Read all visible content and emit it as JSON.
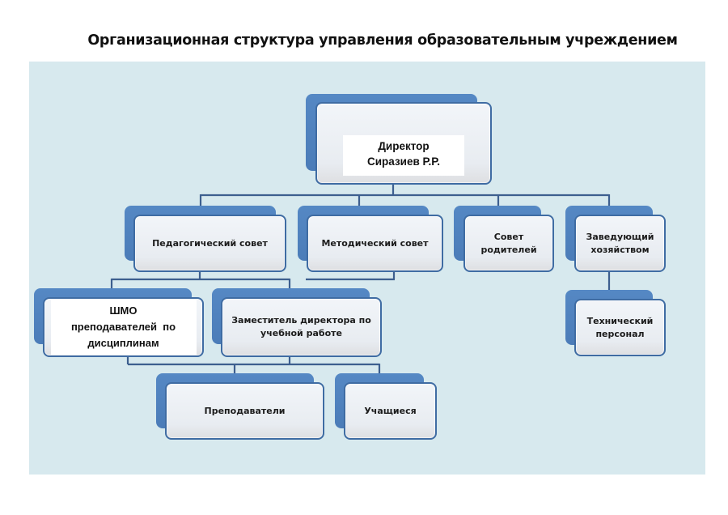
{
  "title": "Организационная структура управления образовательным учреждением",
  "nodes": {
    "director": {
      "lines": [
        "Директор",
        "Сиразиев Р.Р."
      ]
    },
    "ped_council": {
      "lines": [
        "Педагогический совет"
      ]
    },
    "method_council": {
      "lines": [
        "Методический совет"
      ]
    },
    "parents_council": {
      "lines": [
        "Совет",
        "родителей"
      ]
    },
    "supply_head": {
      "lines": [
        "Заведующий",
        "хозяйством"
      ]
    },
    "shmo": {
      "lines": [
        "ШМО",
        "преподавателей  по",
        "дисциплинам"
      ]
    },
    "deputy": {
      "lines": [
        "Заместитель директора по",
        "учебной работе"
      ]
    },
    "tech_staff": {
      "lines": [
        "Технический",
        "персонал"
      ]
    },
    "teachers": {
      "lines": [
        "Преподаватели"
      ]
    },
    "students": {
      "lines": [
        "Учащиеся"
      ]
    }
  },
  "colors": {
    "panel": "#d7e9ee",
    "card_back": "#4f81bd",
    "card_border": "#3f6ca3",
    "connector": "#3d5f8f"
  }
}
